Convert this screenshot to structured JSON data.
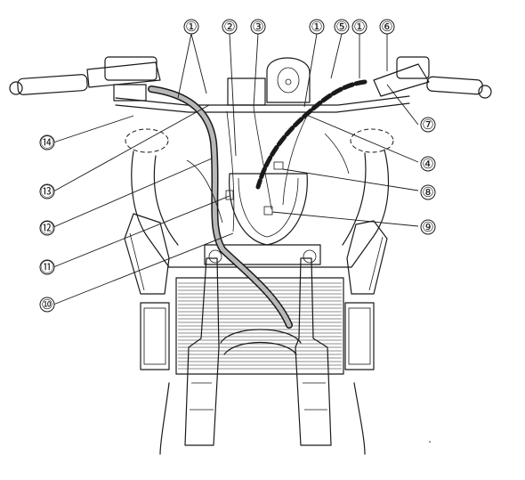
{
  "callouts": [
    {
      "id": "c1a",
      "label": "①"
    },
    {
      "id": "c2",
      "label": "②"
    },
    {
      "id": "c3",
      "label": "③"
    },
    {
      "id": "c1b",
      "label": "①"
    },
    {
      "id": "c5",
      "label": "⑤"
    },
    {
      "id": "c1c",
      "label": "①"
    },
    {
      "id": "c6",
      "label": "⑥"
    },
    {
      "id": "c7",
      "label": "⑦"
    },
    {
      "id": "c4",
      "label": "④"
    },
    {
      "id": "c8",
      "label": "⑧"
    },
    {
      "id": "c9",
      "label": "⑨"
    },
    {
      "id": "c14",
      "label": "⑭"
    },
    {
      "id": "c13",
      "label": "⑬"
    },
    {
      "id": "c12",
      "label": "⑫"
    },
    {
      "id": "c11",
      "label": "⑪"
    },
    {
      "id": "c10",
      "label": "⑩"
    }
  ],
  "colors": {
    "line": "#1a1a1a",
    "cable_fill": "#b8b8b8",
    "background": "#ffffff"
  }
}
